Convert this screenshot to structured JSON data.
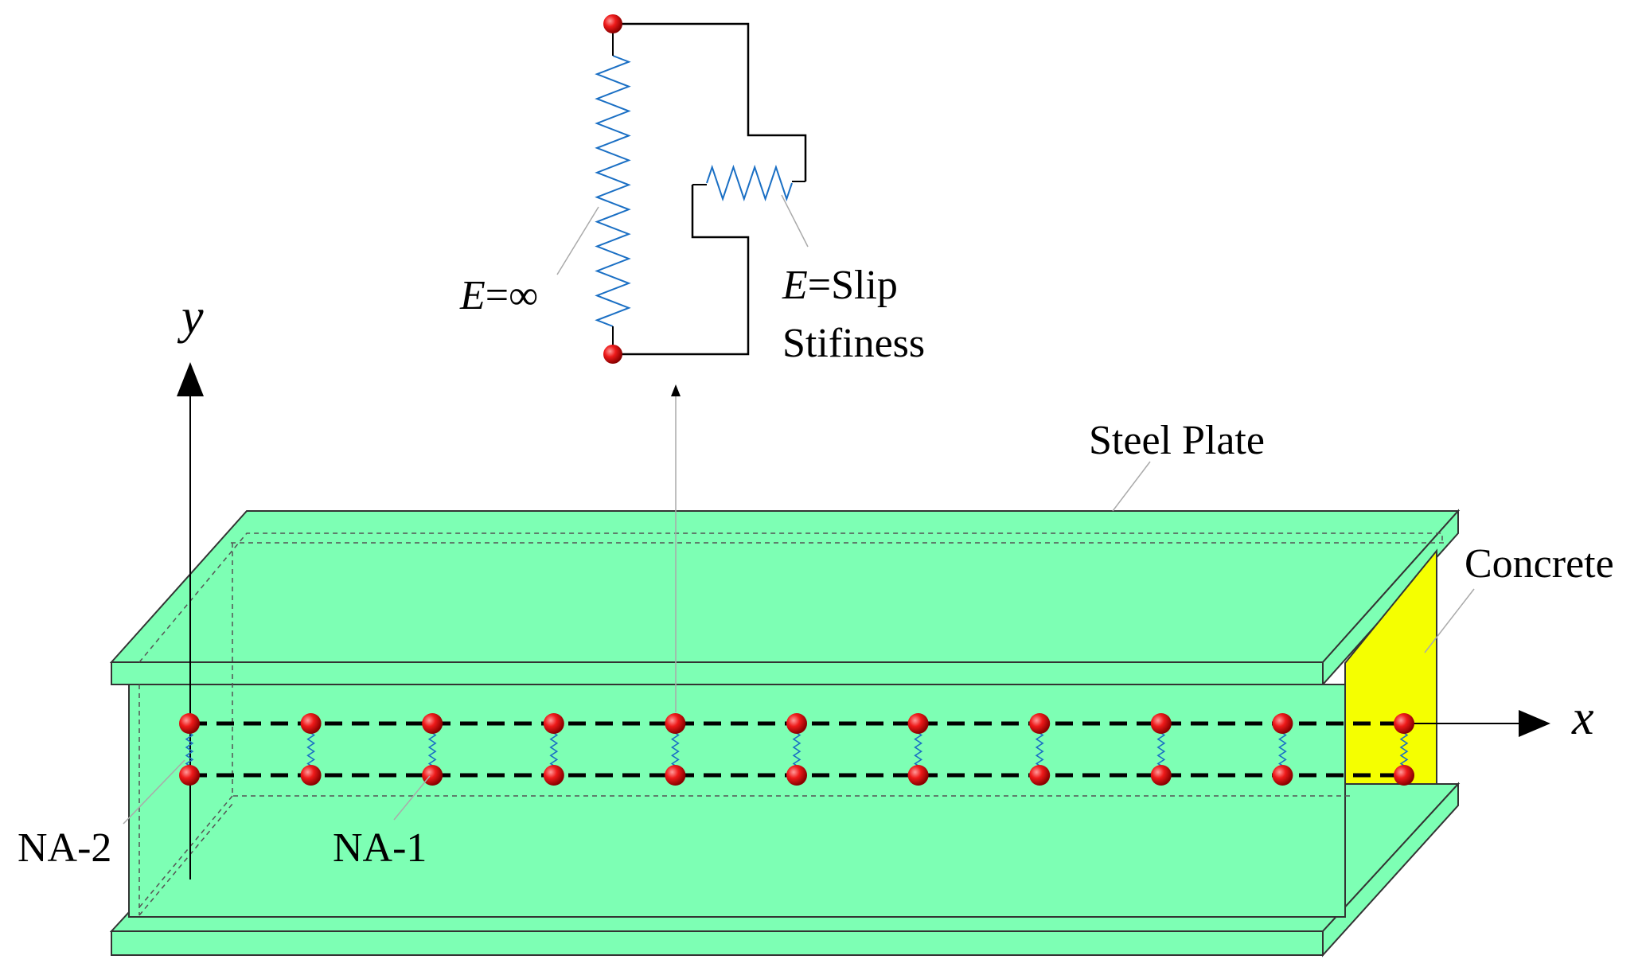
{
  "labels": {
    "steel_plate": "Steel Plate",
    "concrete": "Concrete",
    "na1": "NA-1",
    "na2": "NA-2",
    "axis_x": "x",
    "axis_y": "y",
    "rigid_E": "E",
    "rigid_value": "=∞",
    "slip_E": "E",
    "slip_value": "=Slip",
    "slip_line2": "Stifiness"
  },
  "springs_along_beam": 11,
  "colors": {
    "steel": "#7dffb4",
    "concrete": "#f5ff00",
    "node": "#e00000",
    "spring": "#1a6fc4"
  }
}
